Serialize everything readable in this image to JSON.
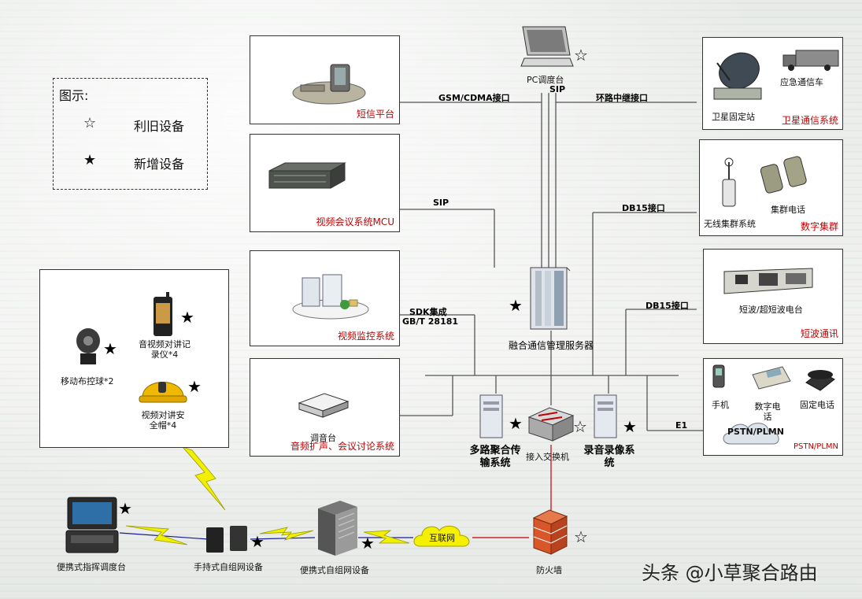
{
  "legend": {
    "title": "图示:",
    "old_symbol": "☆",
    "old_label": "利旧设备",
    "new_symbol": "★",
    "new_label": "新增设备"
  },
  "boxes": {
    "sms": {
      "caption": "短信平台"
    },
    "video_conf": {
      "caption": "视频会议系统MCU"
    },
    "video_monitor": {
      "caption": "视频监控系统"
    },
    "audio": {
      "label": "调音台",
      "caption": "音频扩声、会议讨论系统"
    },
    "satellite": {
      "station": "卫星固定站",
      "vehicle": "应急通信车",
      "caption": "卫星通信系统"
    },
    "trunk": {
      "system": "无线集群系统",
      "phone": "集群电话",
      "caption": "数字集群"
    },
    "shortwave": {
      "label": "短波/超短波电台",
      "caption": "短波通讯"
    },
    "pstn": {
      "mobile": "手机",
      "digital_phone": "数字电话",
      "fixed_phone": "固定电话",
      "cloud": "PSTN/PLMN",
      "caption": "PSTN/PLMN"
    },
    "field": {
      "ptz": "移动布控球*2",
      "recorder": "音视频对讲记录仪*4",
      "helmet": "视频对讲安全帽*4"
    }
  },
  "interfaces": {
    "gsm": "GSM/CDMA接口",
    "sip_top": "SIP",
    "loop": "环路中继接口",
    "sip_mid": "SIP",
    "db15_a": "DB15接口",
    "db15_b": "DB15接口",
    "sdk": "SDK集成",
    "gb": "GB/T 28181",
    "e1": "E1"
  },
  "center": {
    "pc_console": "PC调度台",
    "server": "融合通信管理服务器"
  },
  "bottom": {
    "mux": "多路聚合传输系统",
    "switch": "接入交换机",
    "recorder_sys": "录音录像系统",
    "firewall": "防火墙",
    "internet": "互联网",
    "portable_adhoc": "便携式自组网设备",
    "handheld_adhoc": "手持式自组网设备",
    "portable_console": "便携式指挥调度台"
  },
  "watermark": "头条 @小草聚合路由"
}
